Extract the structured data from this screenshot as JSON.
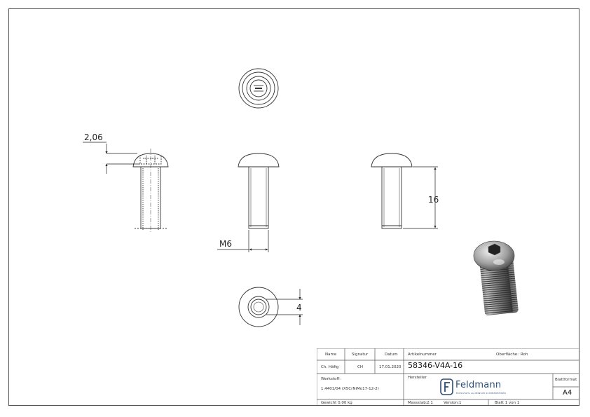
{
  "dimensions": {
    "head_height": "2,06",
    "length": "16",
    "thread": "M6",
    "hex_socket": "4"
  },
  "title_block": {
    "name_label": "Name",
    "signature_label": "Signatur",
    "date_label": "Datum",
    "name_value": "Ch. Häfig",
    "signature_value": "CH",
    "date_value": "17.01.2020",
    "article_label": "Artikelnummer",
    "surface_label": "Oberfläche:",
    "surface_value": "Roh",
    "article_number": "58346-V4A-16",
    "material_label": "Werkstoff:",
    "material_value": "1.4401/04 (X5CrNiMo17-12-2)",
    "manufacturer_label": "Hersteller",
    "brand_name": "Feldmann",
    "brand_tagline": "EDELSTAHL  ALUMINIUM  SCHMIEDEEISEN",
    "sheet_format_label": "Blattformat",
    "sheet_format_value": "A4",
    "weight": "Gewicht 0,00 kg",
    "scale_label": "Massstab:",
    "scale_value": "2:1",
    "version_label": "Version:",
    "version_value": "1",
    "sheet_number": "Blatt 1 von 1"
  },
  "colors": {
    "line": "#333333",
    "brand": "#2a4d74"
  }
}
